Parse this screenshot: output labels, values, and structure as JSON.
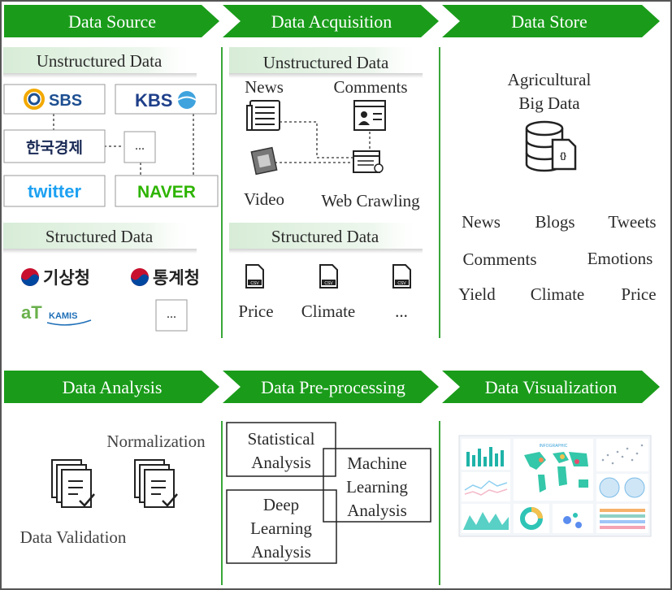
{
  "colors": {
    "arrow_green": "#1a9c1a",
    "divider_green": "#3aa63a",
    "tab_gradient_start": "#cfe9cf",
    "frame": "#555555",
    "sbs_blue": "#1d4f91",
    "kbs_blue": "#1e3f8a",
    "twitter_blue": "#1da1f2",
    "naver_green": "#2db400",
    "at_green": "#6ab04c"
  },
  "headers": {
    "data_source": "Data Source",
    "data_acquisition": "Data Acquisition",
    "data_store": "Data Store",
    "data_analysis": "Data Analysis",
    "data_preprocessing": "Data Pre-processing",
    "data_visualization": "Data Visualization"
  },
  "source": {
    "unstructured_label": "Unstructured  Data",
    "structured_label": "Structured  Data",
    "logos": {
      "sbs": "SBS",
      "kbs": "KBS",
      "hankyung": "한국경제",
      "ellipsis": "...",
      "twitter": "twitter",
      "naver": "NAVER",
      "kma": "기상청",
      "kostat": "통계청",
      "at": "aT",
      "kamis": "KAMIS"
    },
    "structured_ellipsis": "..."
  },
  "acquisition": {
    "unstructured_label": "Unstructured  Data",
    "news": "News",
    "comments": "Comments",
    "video": "Video",
    "web_crawling": "Web Crawling",
    "structured_label": "Structured  Data",
    "csv_tag": "CSV",
    "price": "Price",
    "climate": "Climate",
    "ellipsis": "..."
  },
  "store": {
    "title_line1": "Agricultural",
    "title_line2": "Big Data",
    "terms": [
      "News",
      "Blogs",
      "Tweets",
      "Comments",
      "Emotions",
      "Yield",
      "Climate",
      "Price"
    ]
  },
  "analysis": {
    "normalization": "Normalization",
    "data_validation": "Data Validation"
  },
  "preprocessing": {
    "statistical": [
      "Statistical",
      "Analysis"
    ],
    "machine_learning": [
      "Machine",
      "Learning",
      "Analysis"
    ],
    "deep_learning": [
      "Deep",
      "Learning",
      "Analysis"
    ]
  },
  "visualization": {
    "dashboard_title": "INFOGRAPHIC"
  }
}
